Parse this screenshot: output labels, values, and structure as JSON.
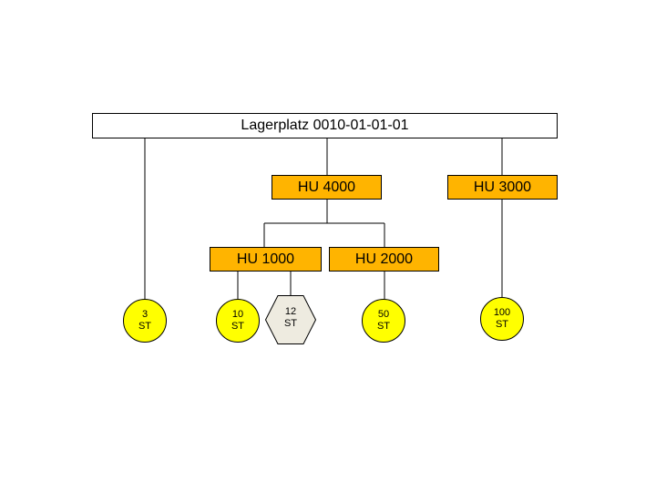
{
  "storage_bin": {
    "label": "Lagerplatz 0010-01-01-01"
  },
  "handling_units": {
    "hu4000": "HU 4000",
    "hu3000": "HU 3000",
    "hu1000": "HU 1000",
    "hu2000": "HU 2000"
  },
  "quantities": {
    "q3": {
      "value": "3",
      "unit": "ST"
    },
    "q10": {
      "value": "10",
      "unit": "ST"
    },
    "q12": {
      "value": "12",
      "unit": "ST"
    },
    "q50": {
      "value": "50",
      "unit": "ST"
    },
    "q100": {
      "value": "100",
      "unit": "ST"
    }
  },
  "colors": {
    "hu_fill": "#ffb400",
    "quantity_fill": "#ffff00",
    "hexagon_fill": "#eeebe0",
    "line": "#000000"
  }
}
